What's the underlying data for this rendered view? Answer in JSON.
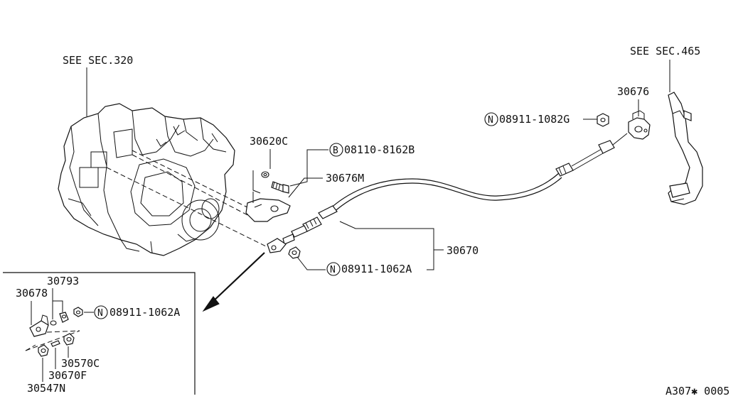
{
  "labels": {
    "see_sec_320": "SEE SEC.320",
    "see_sec_465": "SEE SEC.465",
    "p30676": "30676",
    "p08911_1082g": "08911-1082G",
    "p30620c": "30620C",
    "p08110_8162b": "08110-8162B",
    "p30676m": "30676M",
    "p30670": "30670",
    "p08911_1062a": "08911-1062A",
    "inset_30793": "30793",
    "inset_30678": "30678",
    "inset_08911_1062a": "08911-1062A",
    "inset_30570c": "30570C",
    "inset_30670f": "30670F",
    "inset_30547n": "30547N",
    "code_n": "N",
    "code_b": "B",
    "figure_id": "A307✱ 0005"
  }
}
